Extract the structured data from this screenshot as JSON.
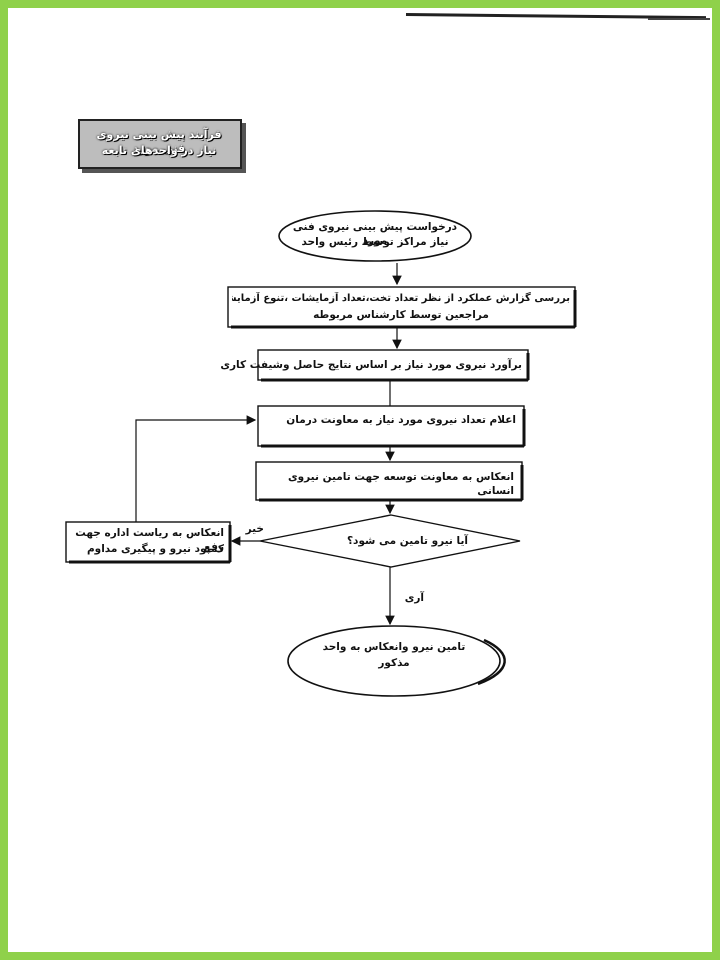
{
  "title": {
    "line1": "فرآیند پیش بینی نیروی فنی مورد",
    "line2": "نیاز در واحدهای تابعه"
  },
  "nodes": {
    "start_l1": "درخواست پیش بینی نیروی فنی مورد",
    "start_l2": "نیاز مراکز توسط رئیس واحد",
    "review_l1": "بررسی گزارش عملکرد از نظر تعداد تخت،تعداد آزمایشات ،تنوع آزمایشات ،آمار",
    "review_l2": "مراجعین توسط کارشناس مربوطه",
    "estimate": "برآورد نیروی مورد نیاز بر اساس نتایج حاصل وشیفت کاری",
    "announce": "اعلام تعداد نیروی مورد نیاز به معاونت درمان",
    "reflect_dev": "انعکاس به معاونت توسعه جهت تامین نیروی انسانی",
    "decision": "آیا نیرو تامین می شود؟",
    "side_l1": "انعکاس به ریاست اداره جهت رفع",
    "side_l2": "کمبود نیرو و پیگیری مداوم",
    "end_l1": "تامین نیرو وانعکاس به واحد",
    "end_l2": "مذکور"
  },
  "labels": {
    "no": "خیر",
    "yes": "آری"
  }
}
